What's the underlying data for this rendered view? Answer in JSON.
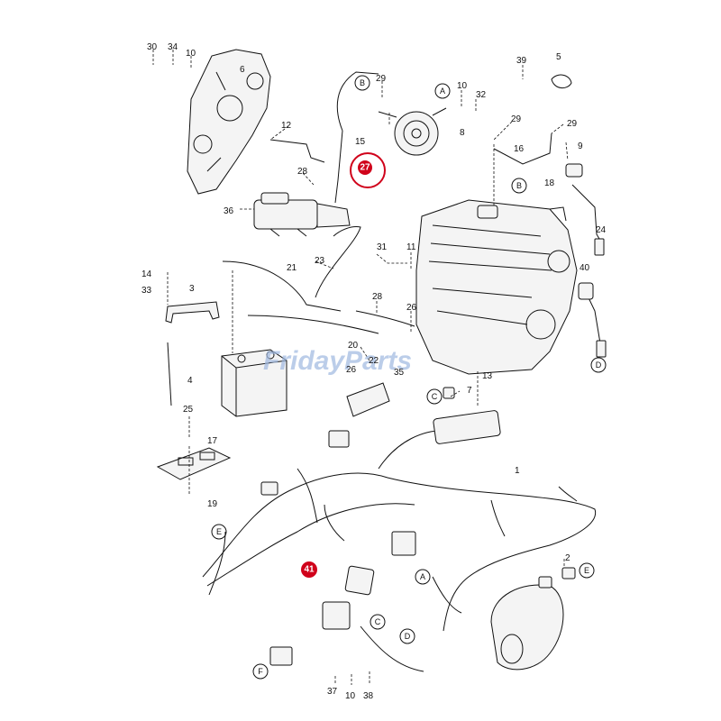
{
  "diagram": {
    "watermark": "FridayParts",
    "highlight_color": "#d0021b",
    "highlight_callout": "27",
    "callout_41": "41",
    "part_numbers": {
      "p30": "30",
      "p34": "34",
      "p10a": "10",
      "p6": "6",
      "p12": "12",
      "p28a": "28",
      "p36": "36",
      "p29a": "29",
      "p10b": "10",
      "p32": "32",
      "p8": "8",
      "p15": "15",
      "p39": "39",
      "p5": "5",
      "p29b": "29",
      "p29c": "29",
      "p16": "16",
      "p9": "9",
      "p18": "18",
      "p24": "24",
      "p31": "31",
      "p11": "11",
      "p23": "23",
      "p21": "21",
      "p14": "14",
      "p33": "33",
      "p3": "3",
      "p28b": "28",
      "p26a": "26",
      "p40": "40",
      "p20": "20",
      "p26b": "26",
      "p22": "22",
      "p35": "35",
      "p13": "13",
      "p7": "7",
      "p4": "4",
      "p25": "25",
      "p17": "17",
      "p19": "19",
      "p1": "1",
      "p2": "2",
      "p37": "37",
      "p10c": "10",
      "p38": "38"
    },
    "connector_letters": {
      "b1": "B",
      "a1": "A",
      "b2": "B",
      "c1": "C",
      "d1": "D",
      "e1": "E",
      "a2": "A",
      "c2": "C",
      "d2": "D",
      "e2": "E",
      "f1": "F"
    }
  }
}
